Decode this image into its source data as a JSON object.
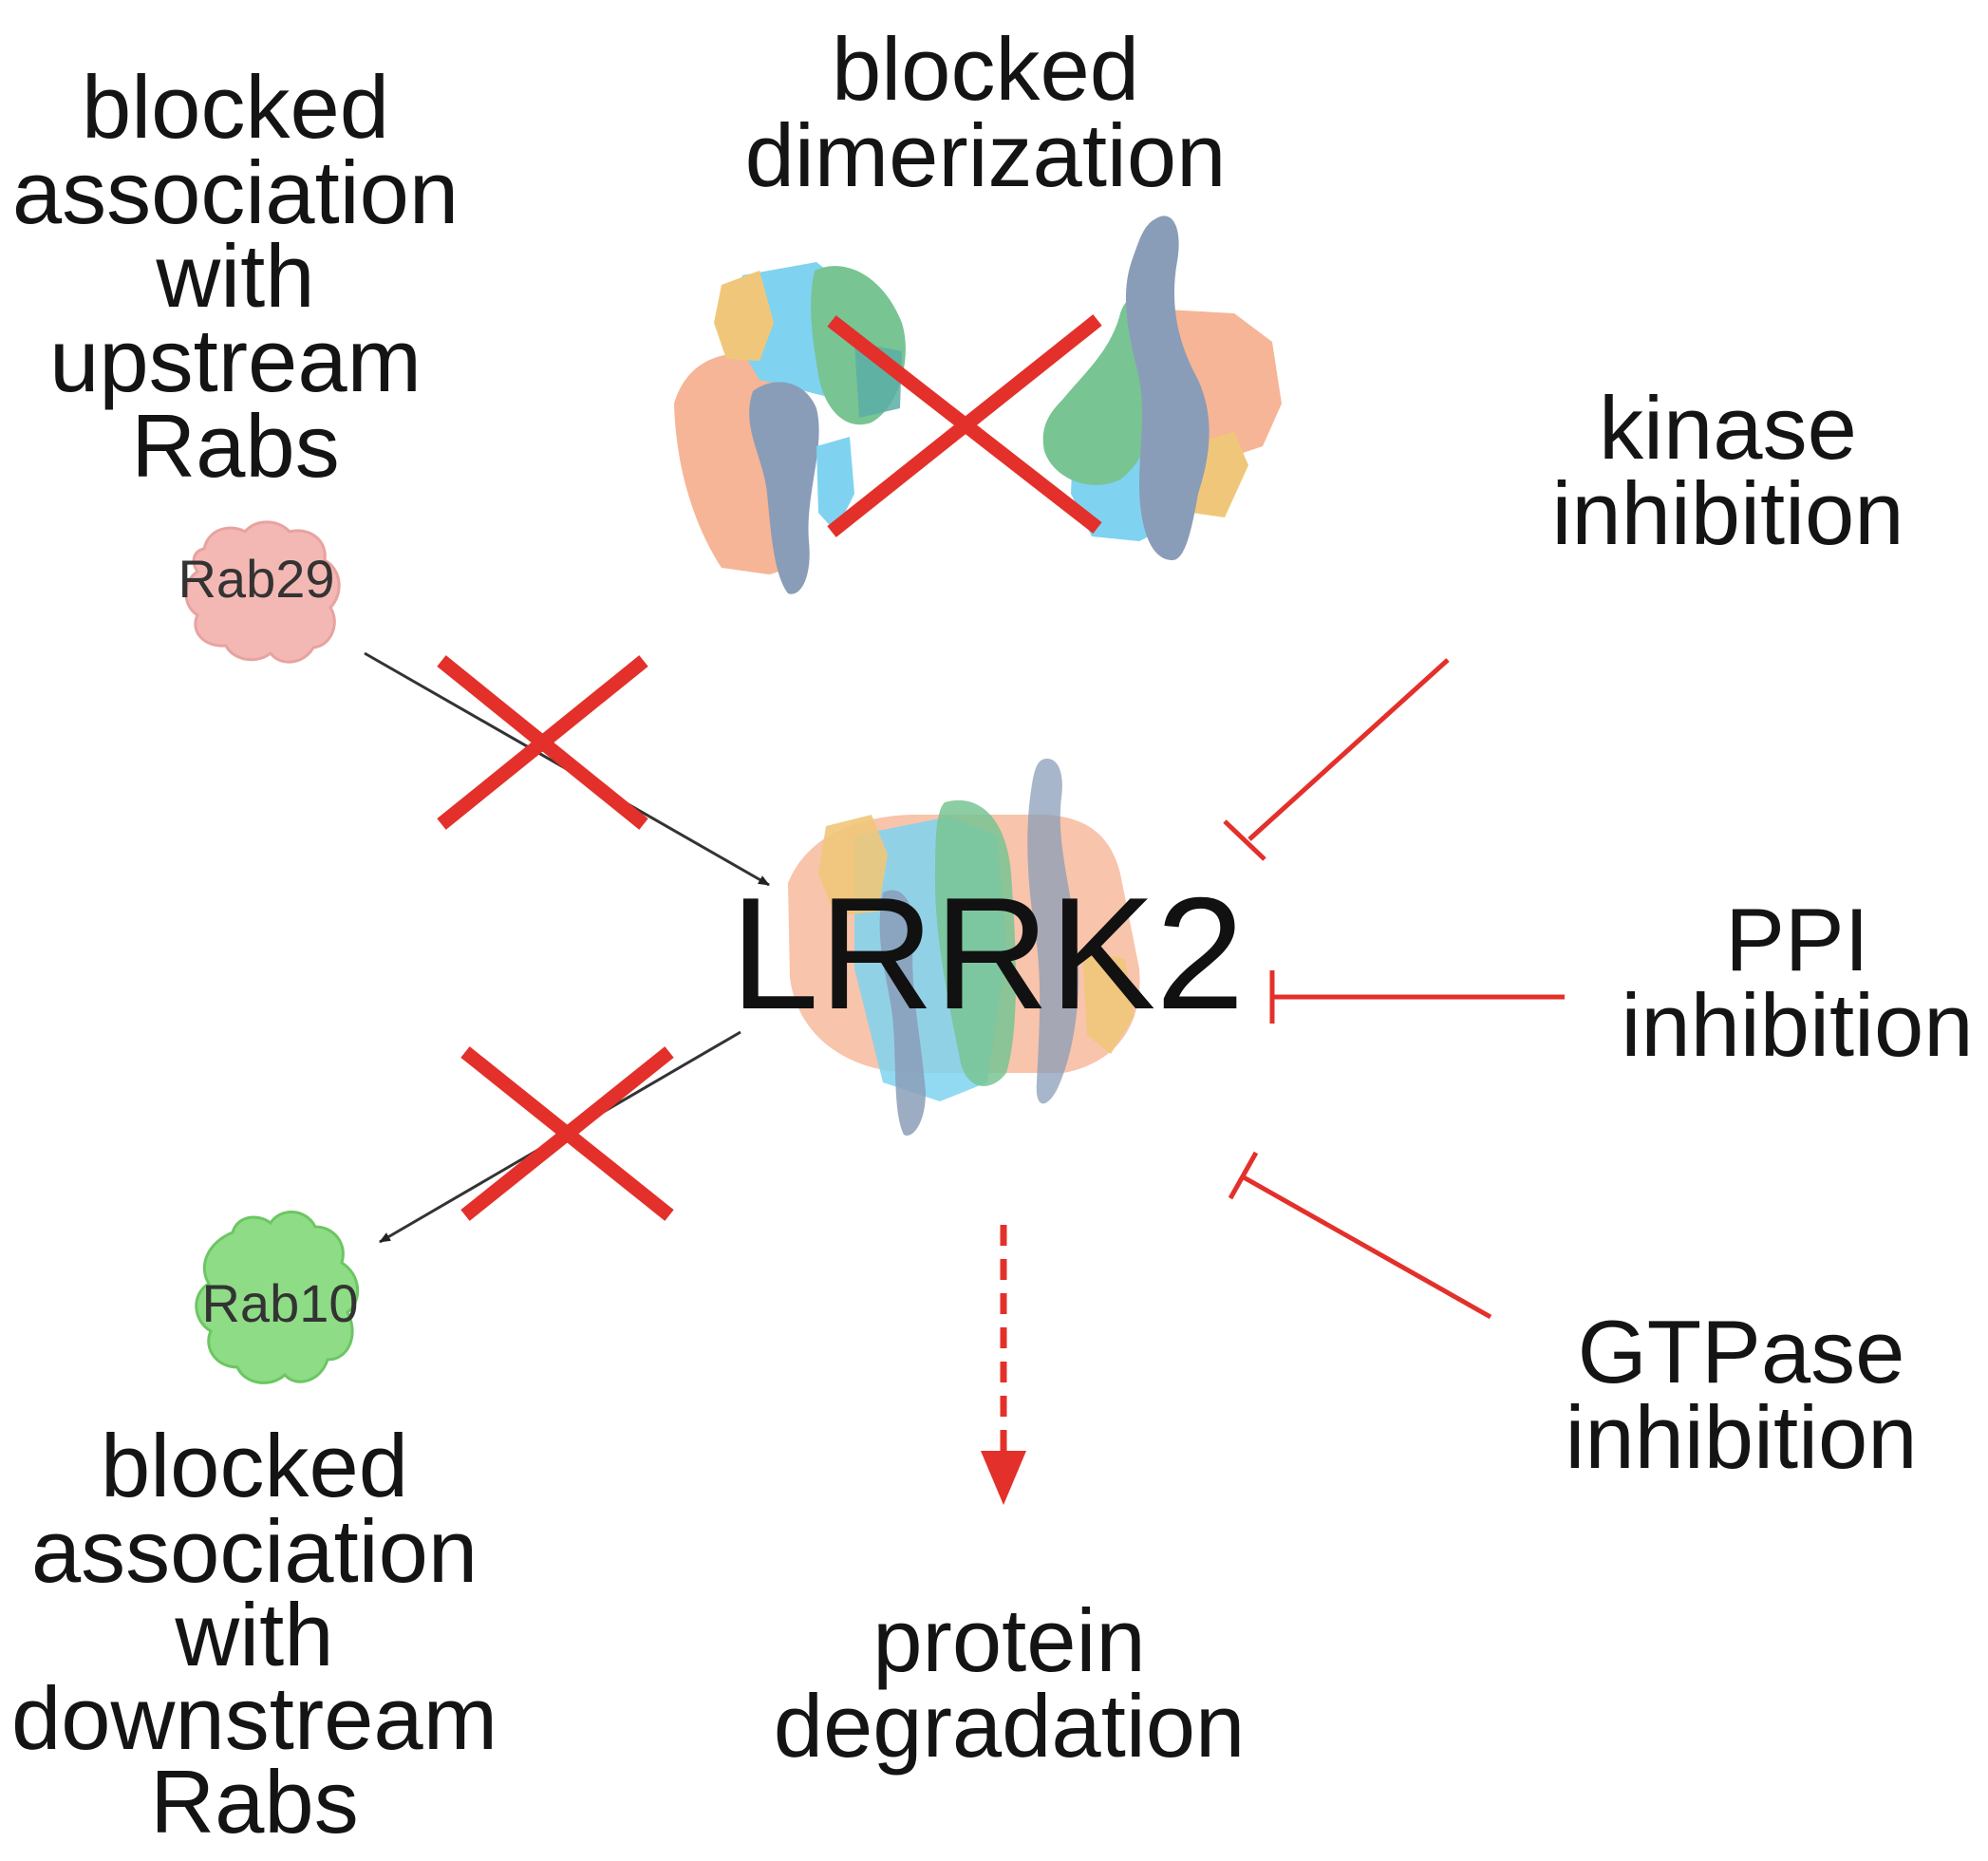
{
  "center": {
    "label": "LRRK2"
  },
  "upstream": {
    "protein": "Rab29",
    "caption_lines": [
      "blocked",
      "association",
      "with",
      "upstream",
      "Rabs"
    ]
  },
  "downstream": {
    "protein": "Rab10",
    "caption_lines": [
      "blocked",
      "association",
      "with",
      "downstream",
      "Rabs"
    ]
  },
  "dimerization": {
    "caption_lines": [
      "blocked",
      "dimerization"
    ]
  },
  "kinase": {
    "caption_lines": [
      "kinase",
      "inhibition"
    ]
  },
  "ppi": {
    "caption_lines": [
      "PPI",
      "inhibition"
    ]
  },
  "gtpase": {
    "caption_lines": [
      "GTPase",
      "inhibition"
    ]
  },
  "degradation": {
    "caption_lines": [
      "protein",
      "degradation"
    ]
  },
  "colors": {
    "inhibition": "#e3302a",
    "arrow": "#333333",
    "rab29": "#f4b8b4",
    "rab10": "#8fdc86",
    "domain_peach": "#f6b596",
    "domain_cyan": "#7fd3f0",
    "domain_green": "#78c493",
    "domain_slate": "#8a9db8",
    "domain_yellow": "#f0c77a"
  }
}
